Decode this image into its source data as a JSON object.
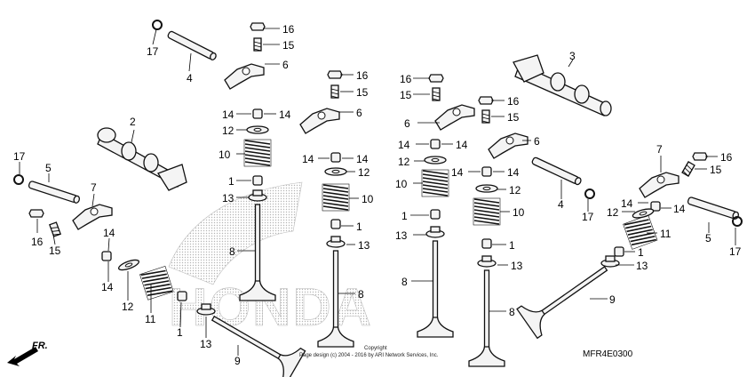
{
  "brand_watermark": "HONDA",
  "copyright_line1": "Copyright",
  "copyright_line2": "Page design (c) 2004 - 2016 by ARI Network Services, Inc.",
  "diagram_code": "MFR4E0300",
  "direction_label": "FR.",
  "callouts": {
    "c1": "17",
    "c2": "4",
    "c3": "16",
    "c4": "15",
    "c5": "6",
    "c6": "3",
    "c7": "16",
    "c8": "15",
    "c9": "6",
    "c10": "16",
    "c11": "15",
    "c12": "16",
    "c13": "15",
    "c14": "6",
    "c15": "2",
    "c16": "14",
    "c17": "14",
    "c18": "12",
    "c19": "10",
    "c20": "1",
    "c21": "13",
    "c22": "8",
    "c23": "14",
    "c24": "14",
    "c25": "12",
    "c26": "10",
    "c27": "1",
    "c28": "13",
    "c29": "8",
    "c30": "6",
    "c31": "14",
    "c32": "14",
    "c33": "12",
    "c34": "10",
    "c35": "1",
    "c36": "13",
    "c37": "8",
    "c38": "14",
    "c39": "14",
    "c40": "12",
    "c41": "10",
    "c42": "1",
    "c43": "13",
    "c44": "8",
    "c45": "17",
    "c46": "5",
    "c47": "7",
    "c48": "16",
    "c49": "15",
    "c50": "14",
    "c51": "14",
    "c52": "12",
    "c53": "11",
    "c54": "1",
    "c55": "13",
    "c56": "9",
    "c57": "4",
    "c58": "17",
    "c59": "7",
    "c60": "16",
    "c61": "15",
    "c62": "14",
    "c63": "12",
    "c64": "11",
    "c65": "1",
    "c66": "13",
    "c67": "9",
    "c68": "5",
    "c69": "17"
  }
}
